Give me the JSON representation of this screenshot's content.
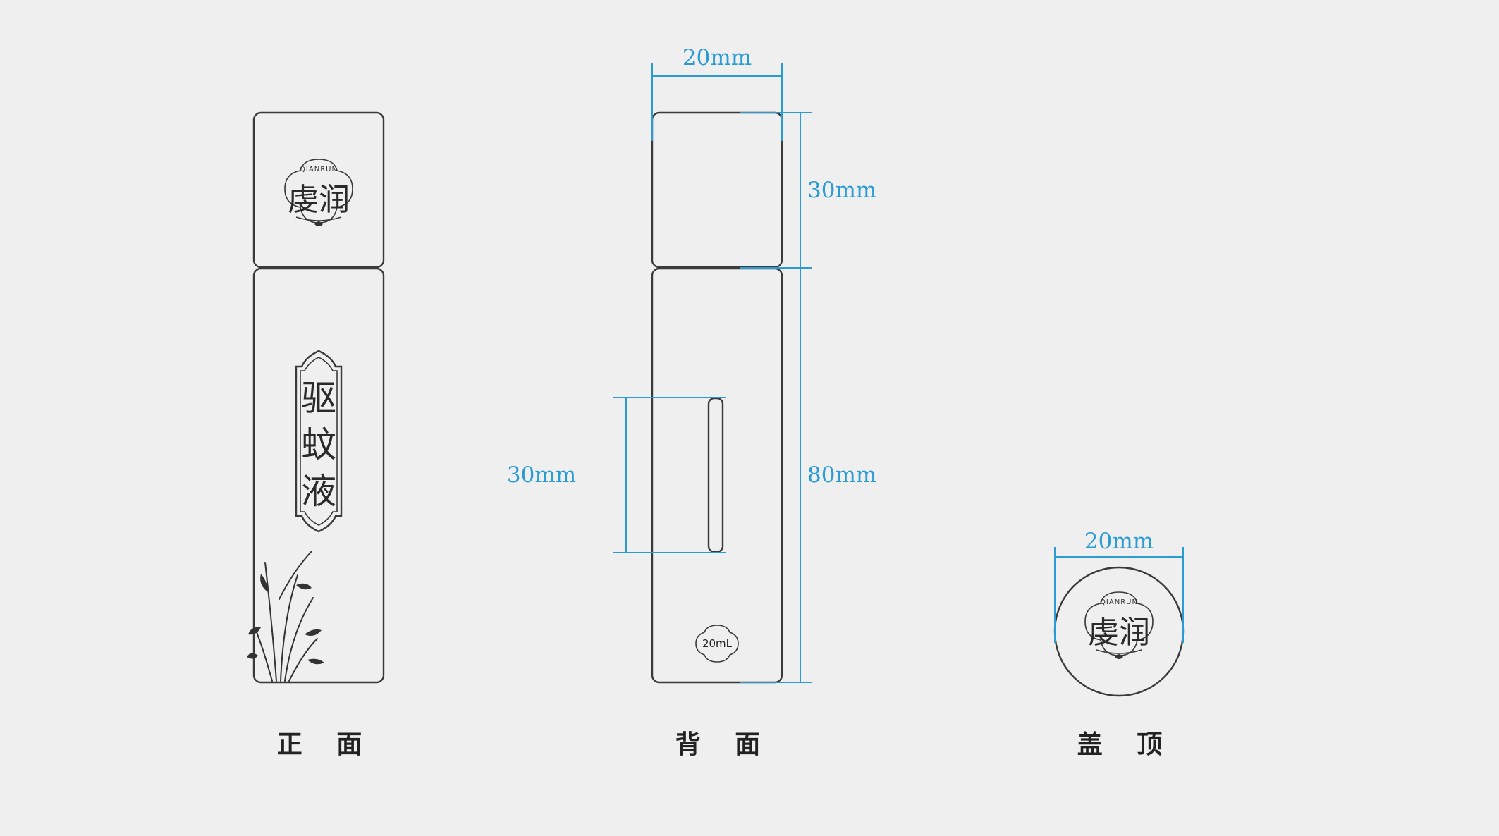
{
  "views": {
    "front": {
      "caption": "正 面"
    },
    "back": {
      "caption": "背 面"
    },
    "top": {
      "caption": "盖 顶"
    }
  },
  "brand": {
    "name": "虔润",
    "latin": "QIANRUN"
  },
  "product": {
    "chars": [
      "驱",
      "蚊",
      "液"
    ]
  },
  "volume_badge": "20mL",
  "dimensions": {
    "back_width": "20mm",
    "cap_height": "30mm",
    "body_height": "80mm",
    "window_height": "30mm",
    "top_diameter": "20mm"
  },
  "colors": {
    "background": "#efefef",
    "dimension_line": "#2a9bd3",
    "outline": "#3a3a3a"
  }
}
